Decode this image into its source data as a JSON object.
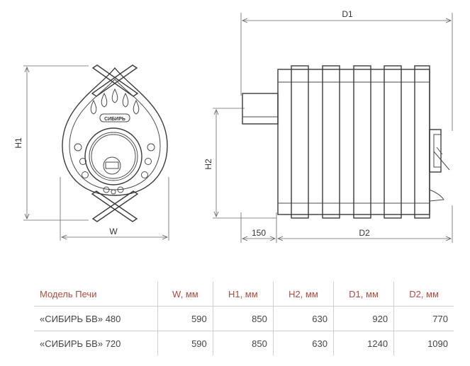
{
  "dimensions": {
    "w": "W",
    "h1": "H1",
    "h2": "H2",
    "d1": "D1",
    "d2": "D2",
    "offset": "150"
  },
  "emblem": "СИБИРЬ",
  "table": {
    "headers": [
      "Модель Печи",
      "W, мм",
      "H1, мм",
      "H2, мм",
      "D1, мм",
      "D2, мм"
    ],
    "rows": [
      [
        "«СИБИРЬ БВ» 480",
        "590",
        "850",
        "630",
        "920",
        "770"
      ],
      [
        "«СИБИРЬ БВ» 720",
        "590",
        "850",
        "630",
        "1240",
        "1090"
      ]
    ]
  },
  "colors": {
    "header_text": "#b04a3e",
    "line": "#3a3a3a",
    "grid": "#cfcfcf"
  }
}
